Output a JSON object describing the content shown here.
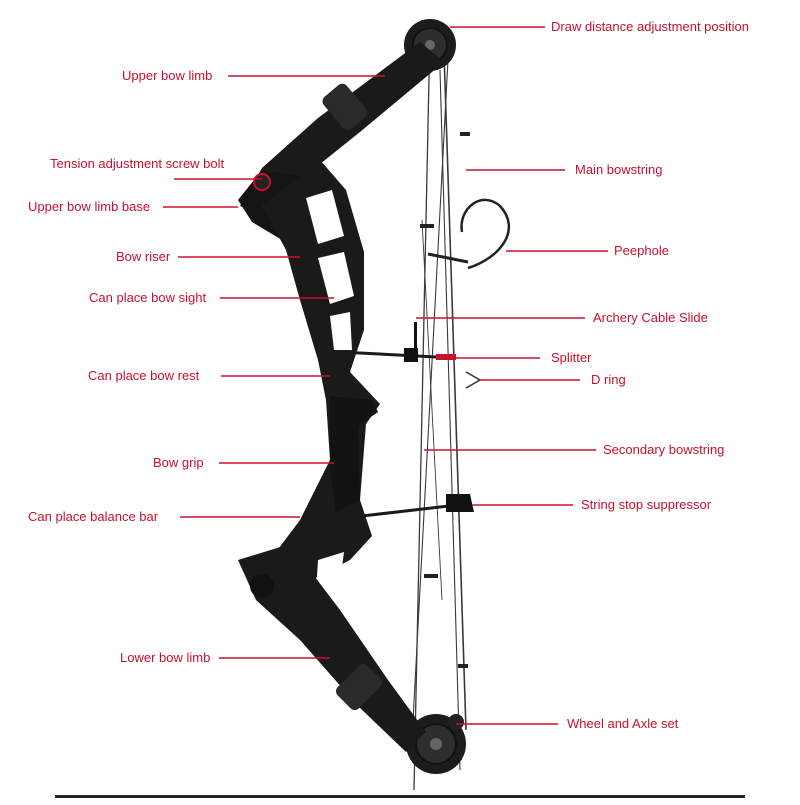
{
  "colors": {
    "label": "#c8102e",
    "leader": "#c8102e",
    "bow": "#1a1a1a",
    "string": "#3a3a3a",
    "background": "#ffffff"
  },
  "labels": {
    "draw_distance": "Draw distance adjustment position",
    "upper_limb": "Upper bow limb",
    "main_bowstring": "Main bowstring",
    "tension_screw": "Tension adjustment screw bolt",
    "upper_limb_base": "Upper bow limb base",
    "peephole": "Peephole",
    "bow_riser": "Bow riser",
    "bow_sight": "Can place bow sight",
    "cable_slide": "Archery Cable Slide",
    "splitter": "Splitter",
    "bow_rest": "Can place bow rest",
    "d_ring": "D ring",
    "secondary_bowstring": "Secondary bowstring",
    "bow_grip": "Bow grip",
    "string_stop": "String stop suppressor",
    "balance_bar": "Can place balance bar",
    "lower_limb": "Lower bow limb",
    "wheel_axle": "Wheel and Axle set"
  }
}
